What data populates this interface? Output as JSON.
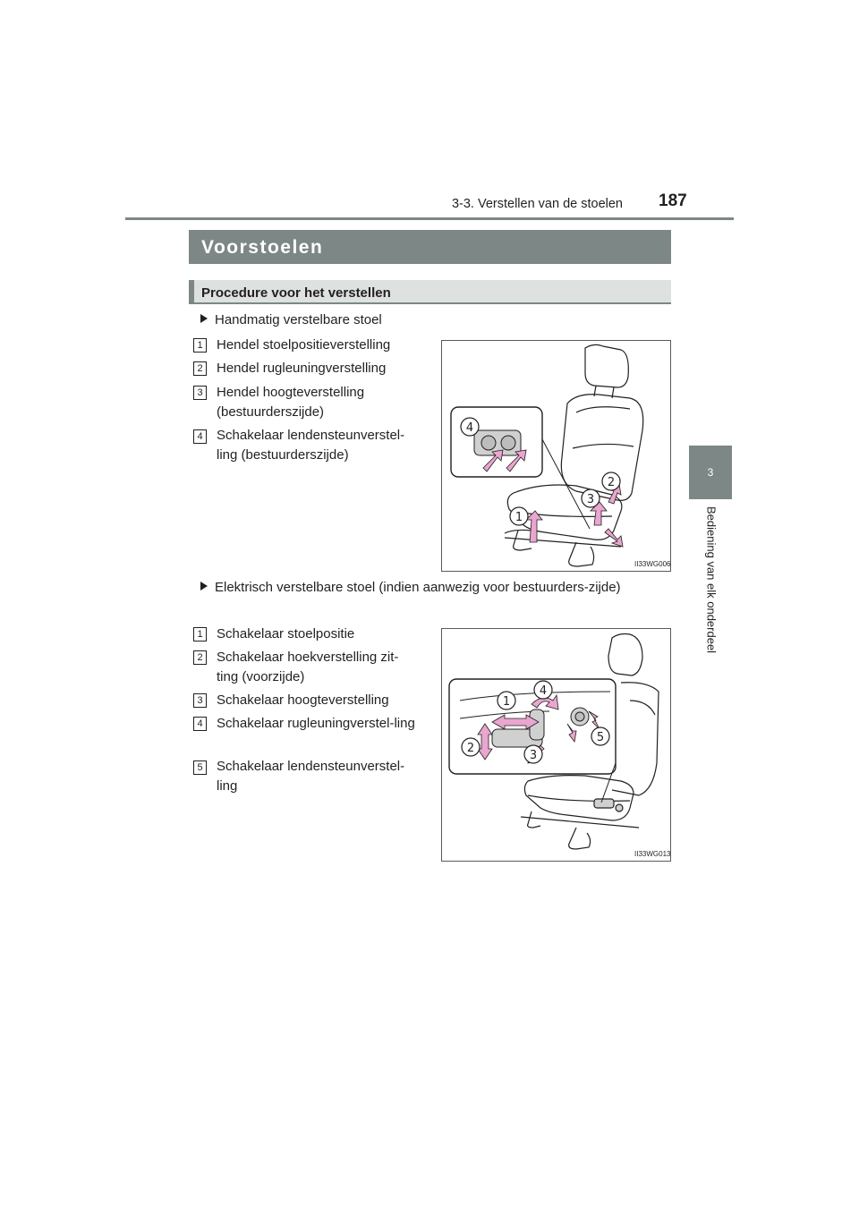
{
  "header": {
    "page_number": "187",
    "chapter_title": "3-3. Verstellen van de stoelen"
  },
  "side_tab": {
    "number": "3",
    "label": "Bediening van elk onderdeel"
  },
  "section": {
    "title": "Voorstoelen",
    "subsection_title": "Procedure voor het verstellen"
  },
  "manual_seat": {
    "heading": "Handmatig verstelbare stoel",
    "items": [
      {
        "num": "1",
        "text": "Hendel stoelpositieverstelling"
      },
      {
        "num": "2",
        "text": "Hendel rugleuningverstelling"
      },
      {
        "num": "3",
        "text": "Hendel hoogteverstelling (bestuurderszijde)"
      },
      {
        "num": "4",
        "text": "Schakelaar lendensteunverstel-ling (bestuurderszijde)"
      }
    ],
    "illustration_code": "II33WG006",
    "callouts": [
      "1",
      "2",
      "3",
      "4"
    ]
  },
  "power_seat": {
    "heading": "Elektrisch verstelbare stoel (indien aanwezig voor bestuurders-zijde)",
    "items": [
      {
        "num": "1",
        "text": "Schakelaar stoelpositie"
      },
      {
        "num": "2",
        "text": "Schakelaar hoekverstelling zit-ting (voorzijde)"
      },
      {
        "num": "3",
        "text": "Schakelaar hoogteverstelling"
      },
      {
        "num": "4",
        "text": "Schakelaar rugleuningverstel-ling"
      },
      {
        "num": "5",
        "text": "Schakelaar lendensteunverstel-ling"
      }
    ],
    "illustration_code": "II33WG013",
    "callouts": [
      "1",
      "2",
      "3",
      "4",
      "5"
    ]
  },
  "colors": {
    "bar_gray": "#7d8886",
    "sub_bar": "#dde1e0",
    "arrow_pink": "#e9a6cf"
  }
}
